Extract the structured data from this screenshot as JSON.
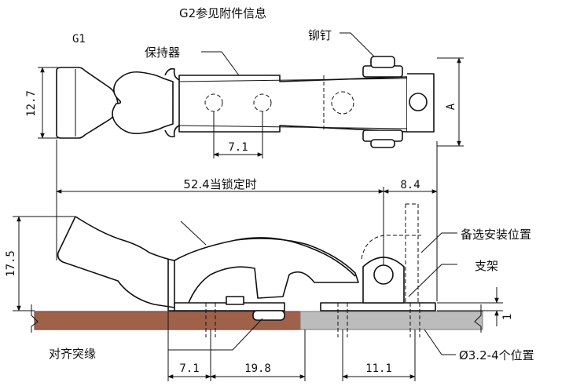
{
  "colors": {
    "line": "#111111",
    "surface_brown": "#a0614a",
    "surface_grey": "#bcbcbc"
  },
  "labels": {
    "top_note": "G2参见附件信息",
    "model": "G1",
    "retainer": "保持器",
    "rivet": "铆钉",
    "alt_mount": "备选安装位置",
    "bracket": "支架",
    "align_flange": "对齐突缘",
    "holes": "Ø3.2-4个位置",
    "dim_a": "A"
  },
  "dimensions": {
    "height_top": "12.7",
    "hole_pitch": "7.1",
    "locked_length": "52.4当锁定时",
    "offset": "8.4",
    "height_side": "17.5",
    "bottom_a": "7.1",
    "bottom_b": "19.8",
    "bottom_c": "11.1",
    "plate_thickness": "1"
  }
}
